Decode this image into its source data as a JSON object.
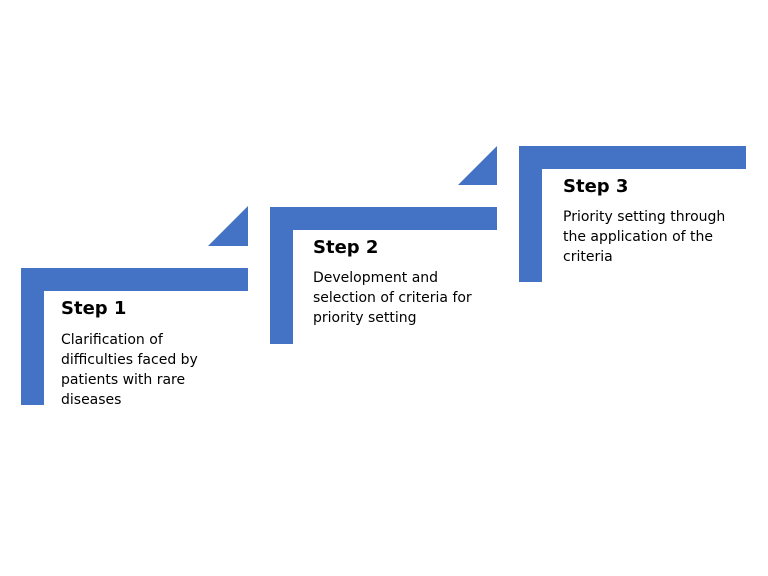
{
  "diagram": {
    "accent_color": "#4472C4",
    "steps": [
      {
        "title": "Step 1",
        "lines": [
          "Clarification of",
          "difficulties faced by",
          "patients with rare",
          "diseases"
        ]
      },
      {
        "title": "Step 2",
        "lines": [
          "Development and",
          "selection of criteria for",
          "priority setting"
        ]
      },
      {
        "title": "Step 3",
        "lines": [
          "Priority setting through",
          "the application of the",
          "criteria"
        ]
      }
    ]
  }
}
